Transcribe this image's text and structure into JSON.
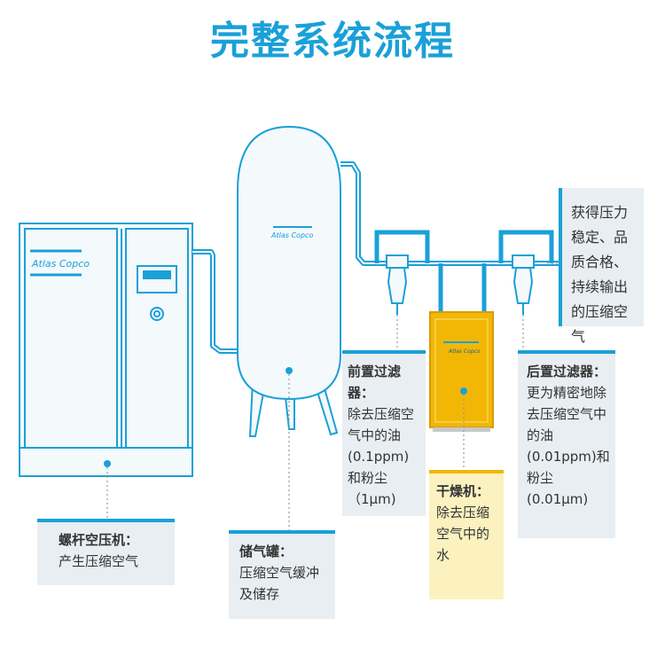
{
  "title": "完整系统流程",
  "brand": "Atlas Copco",
  "colors": {
    "accent": "#1aa0d8",
    "yellow": "#f2b705",
    "panel": "#e8eef2",
    "panel_yellow": "#fcf2c0"
  },
  "callouts": {
    "compressor": {
      "title": "螺杆空压机：",
      "text": "产生压缩空气"
    },
    "tank": {
      "title": "储气罐：",
      "text": "压缩空气缓冲及储存"
    },
    "pre_filter": {
      "title": "前置过滤器：",
      "text": "除去压缩空气中的油(0.1ppm)和粉尘（1μm)"
    },
    "dryer": {
      "title": "干燥机：",
      "text": "除去压缩空气中的水"
    },
    "post_filter": {
      "title": "后置过滤器：",
      "text": "更为精密地除去压缩空气中的油(0.01ppm)和粉尘(0.01μm)"
    },
    "output": {
      "text": "获得压力稳定、品质合格、持续输出的压缩空气"
    }
  }
}
